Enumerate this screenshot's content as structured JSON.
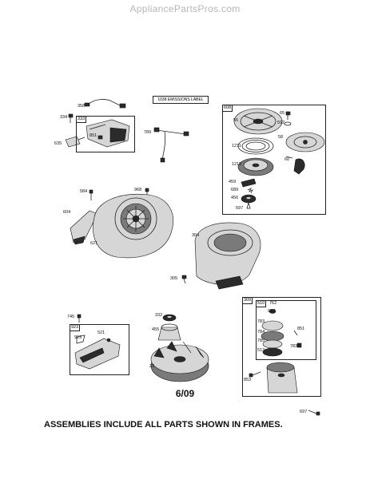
{
  "watermark": "AppliancePartsPros.com",
  "emissions_label": "1038 EMISSIONS LABEL",
  "date_code": "6/09",
  "footer_note": "ASSEMBLIES INCLUDE ALL PARTS SHOWN IN FRAMES.",
  "frame_tags": {
    "f333": "333",
    "f608": "608",
    "f923": "923",
    "f309": "309",
    "f510": "510"
  },
  "part_labels": {
    "p358": "358",
    "p334": "334",
    "p851a": "851",
    "p635": "635",
    "p789": "789",
    "p55": "55",
    "p65": "65",
    "p592": "592",
    "p58": "58",
    "p1211": "1211",
    "p1210": "1210",
    "p60": "60",
    "p459": "459",
    "p689": "689",
    "p456": "456",
    "p597": "597",
    "p584": "584",
    "p968": "968",
    "p604": "604",
    "p621": "621",
    "p304": "304",
    "p305": "305",
    "p745": "745",
    "p332": "332",
    "p455": "455",
    "p923b": "923",
    "p521": "521",
    "p23": "23",
    "p762": "762",
    "p937": "937",
    "p783": "783",
    "p851b": "851",
    "p784": "784",
    "p785": "785",
    "p783a": "783A",
    "p513": "513",
    "p853": "853",
    "p697": "697"
  }
}
